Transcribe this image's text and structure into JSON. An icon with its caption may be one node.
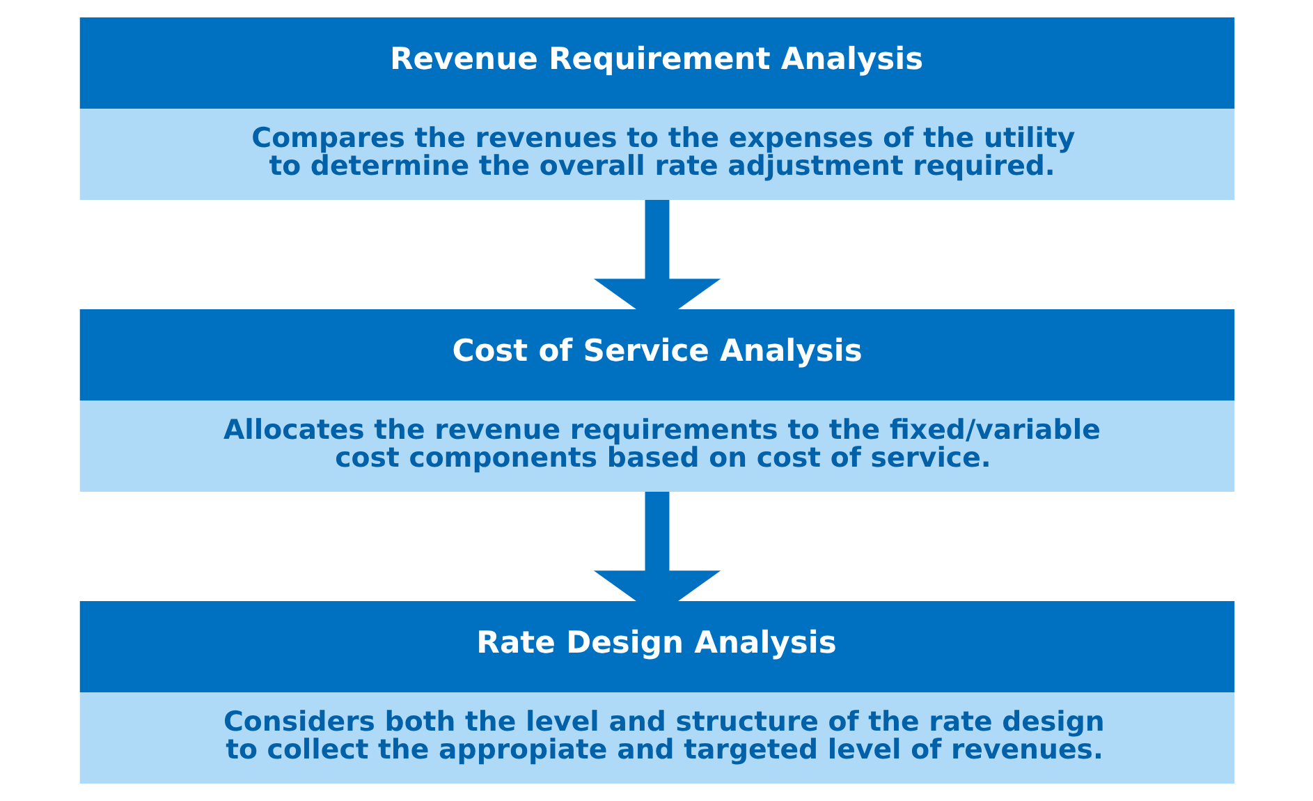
{
  "diagram": {
    "nodes": [
      {
        "text": [
          "Revenue Requirement Analysis",
          "Compares the revenues to the expenses of the utility to determine the overall rate adjustment required."
        ]
      },
      {
        "text": [
          "Cost of Service Analysis",
          "Allocates the revenue requirements to the fixed/variable cost components based on cost of service."
        ]
      },
      {
        "text": [
          "Rate Design Analysis",
          "Considers both the level and structure of the rate design to collect the appropiate and targeted level of revenues."
        ]
      }
    ],
    "edges": [
      {
        "from": 0,
        "to": 1,
        "arrow": "to"
      },
      {
        "from": 1,
        "to": 2,
        "arrow": "to"
      }
    ]
  }
}
